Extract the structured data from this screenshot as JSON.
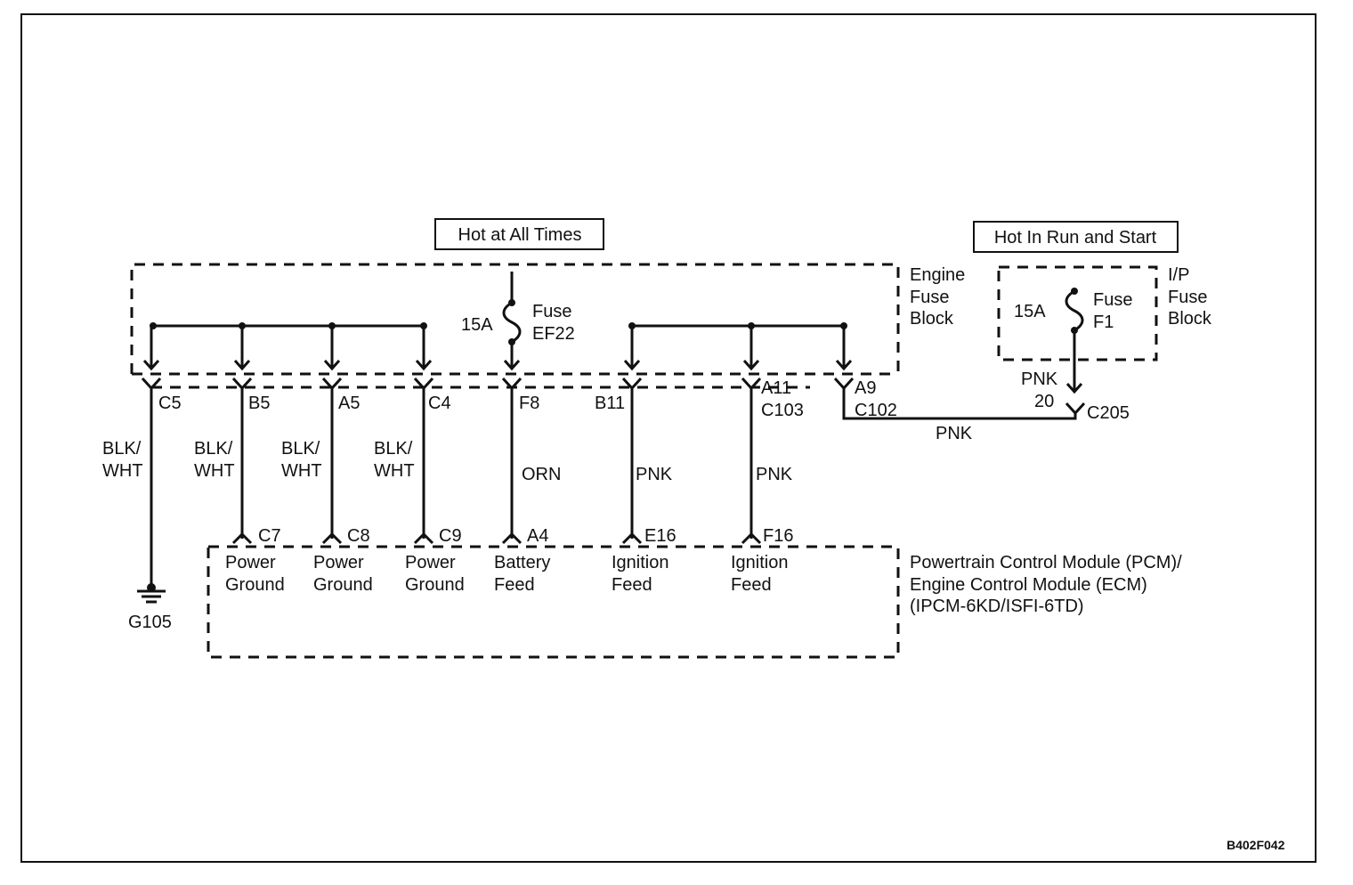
{
  "hot_labels": {
    "all_times": "Hot at All Times",
    "run_start": "Hot In Run and Start"
  },
  "engine_fuse_block": {
    "name_lines": [
      "Engine",
      "Fuse",
      "Block"
    ],
    "fuse_rating": "15A",
    "fuse_label_lines": [
      "Fuse",
      "EF22"
    ]
  },
  "ip_fuse_block": {
    "name_lines": [
      "I/P",
      "Fuse",
      "Block"
    ],
    "fuse_rating": "15A",
    "fuse_label_lines": [
      "Fuse",
      "F1"
    ]
  },
  "c102_pins": [
    "C5",
    "B5",
    "A5",
    "C4",
    "F8",
    "B11",
    "A11",
    "A9"
  ],
  "connector_labels": {
    "c103": "C103",
    "c102": "C102",
    "c205": "C205",
    "c205_pin": "20"
  },
  "wires": [
    {
      "color_lines": [
        "BLK/",
        "WHT"
      ]
    },
    {
      "color_lines": [
        "BLK/",
        "WHT"
      ]
    },
    {
      "color_lines": [
        "BLK/",
        "WHT"
      ]
    },
    {
      "color_lines": [
        "BLK/",
        "WHT"
      ]
    },
    {
      "color_lines": [
        "ORN"
      ]
    },
    {
      "color_lines": [
        "PNK"
      ]
    },
    {
      "color_lines": [
        "PNK"
      ]
    }
  ],
  "jumper_wire_color": "PNK",
  "ip_wire_color": "PNK",
  "pcm_pins": [
    "C7",
    "C8",
    "C9",
    "A4",
    "E16",
    "F16"
  ],
  "pcm_functions": [
    [
      "Power",
      "Ground"
    ],
    [
      "Power",
      "Ground"
    ],
    [
      "Power",
      "Ground"
    ],
    [
      "Battery",
      "Feed"
    ],
    [
      "Ignition",
      "Feed"
    ],
    [
      "Ignition",
      "Feed"
    ]
  ],
  "pcm_name_lines": [
    "Powertrain Control Module (PCM)/",
    "Engine Control Module (ECM)",
    "(IPCM-6KD/ISFI-6TD)"
  ],
  "ground_label": "G105",
  "figure_code": "B402F042"
}
